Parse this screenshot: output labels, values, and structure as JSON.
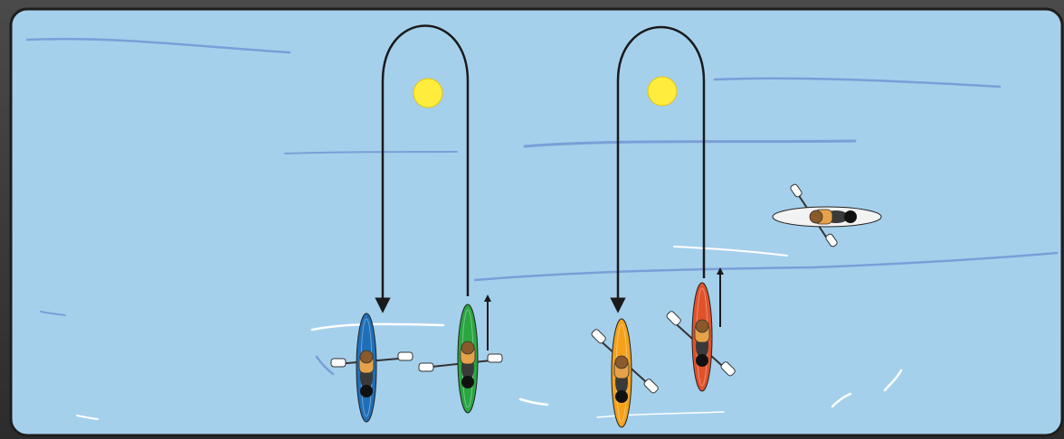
{
  "scene": {
    "water_color": "#a5d0ec",
    "frame_color": "#3a3a3a",
    "buoy_color": "#ffec3d",
    "arrow_color": "#1a1a1a",
    "kayaks": [
      {
        "name": "blue",
        "hull": "#1f6fb8",
        "heading": "up"
      },
      {
        "name": "green",
        "hull": "#2aa640",
        "heading": "up"
      },
      {
        "name": "orange",
        "hull": "#f4a21c",
        "heading": "up"
      },
      {
        "name": "red",
        "hull": "#e0522a",
        "heading": "up"
      },
      {
        "name": "white",
        "hull": "#f2f2f2",
        "heading": "right"
      }
    ],
    "icons": [
      "buoy-icon",
      "kayak-icon",
      "arrow-icon",
      "paddle-icon"
    ]
  }
}
